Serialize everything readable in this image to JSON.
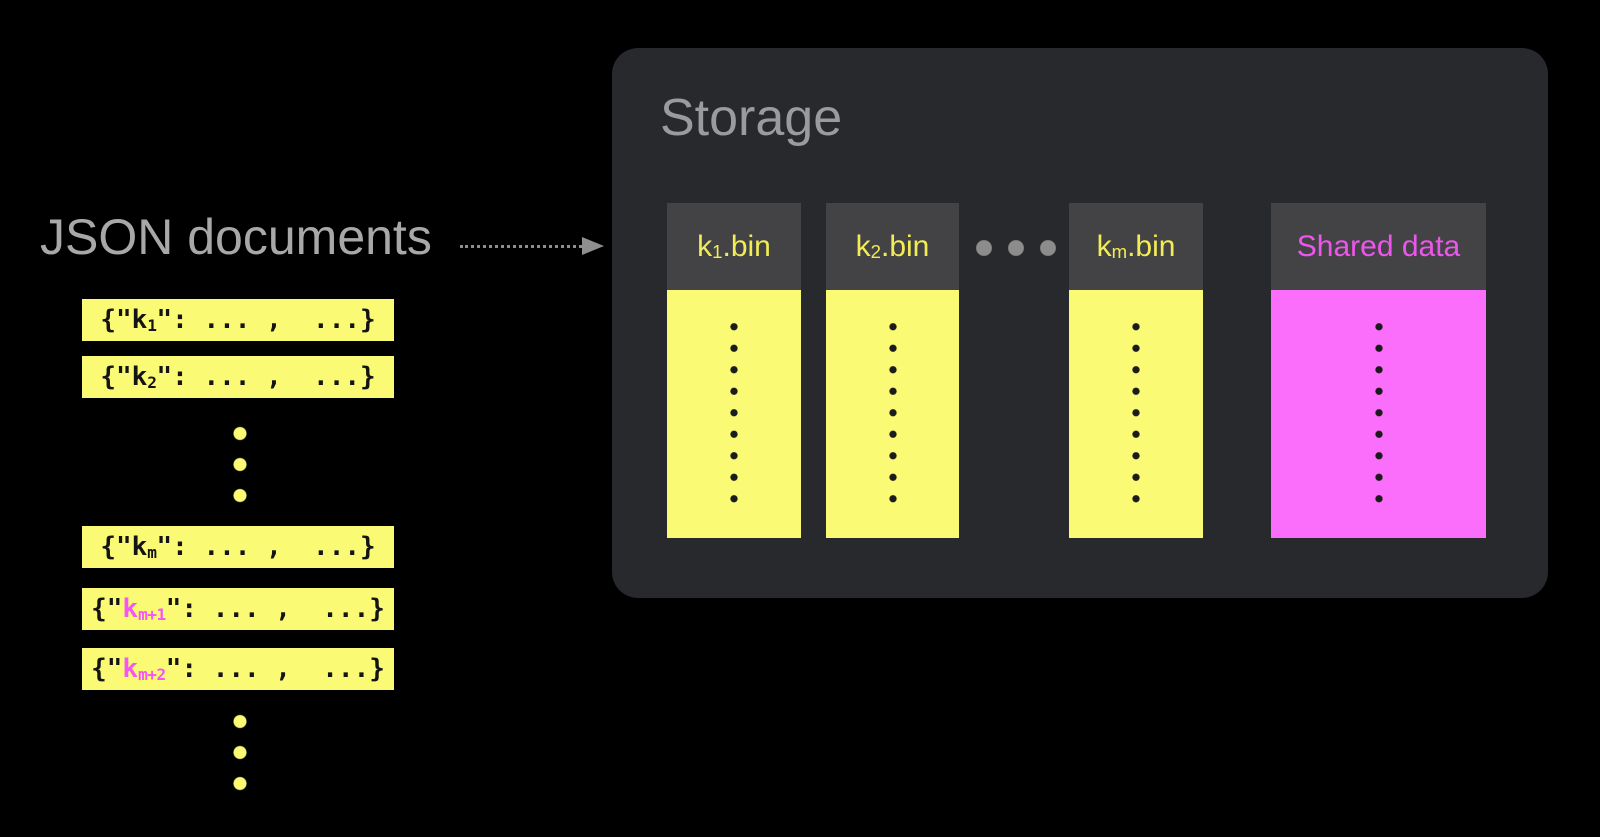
{
  "theme": {
    "bg": "#000000",
    "storage_bg": "#28292C",
    "header_tile": "#434346",
    "yellow": "#FAFA74",
    "label_yellow": "#F2EC55",
    "magenta": "#FB6EFB",
    "shared_label": "#ED56ED",
    "pink_text": "#F556F5",
    "doc_text": "#141414",
    "dot_dark": "#1B1B1B",
    "mid_dots": "#8C8C8C",
    "arrow_color": "#8F8F8F",
    "storage_title_color": "#9B9B9E",
    "left_title_color": "#A8A8A8"
  },
  "json_documents": {
    "label": "JSON documents",
    "docs": [
      {
        "prefix": "{\"",
        "key": "k",
        "sub": "1",
        "rest": "\": ... ,  ...}",
        "highlighted": false
      },
      {
        "prefix": "{\"",
        "key": "k",
        "sub": "2",
        "rest": "\": ... ,  ...}",
        "highlighted": false
      },
      {
        "prefix": "{\"",
        "key": "k",
        "sub": "m",
        "rest": "\": ... ,  ...}",
        "highlighted": false
      },
      {
        "prefix": "{\"",
        "key": "k",
        "sub": "m+1",
        "rest": "\": ... ,  ...}",
        "highlighted": true
      },
      {
        "prefix": "{\"",
        "key": "k",
        "sub": "m+2",
        "rest": "\": ... ,  ...}",
        "highlighted": true
      }
    ]
  },
  "storage": {
    "title": "Storage",
    "columns": [
      {
        "type": "bin",
        "base": "k",
        "sub": "1",
        "rest": ".bin"
      },
      {
        "type": "bin",
        "base": "k",
        "sub": "2",
        "rest": ".bin"
      },
      {
        "type": "bin",
        "base": "k",
        "sub": "m",
        "rest": ".bin"
      },
      {
        "type": "shared",
        "label": "Shared data"
      }
    ]
  }
}
